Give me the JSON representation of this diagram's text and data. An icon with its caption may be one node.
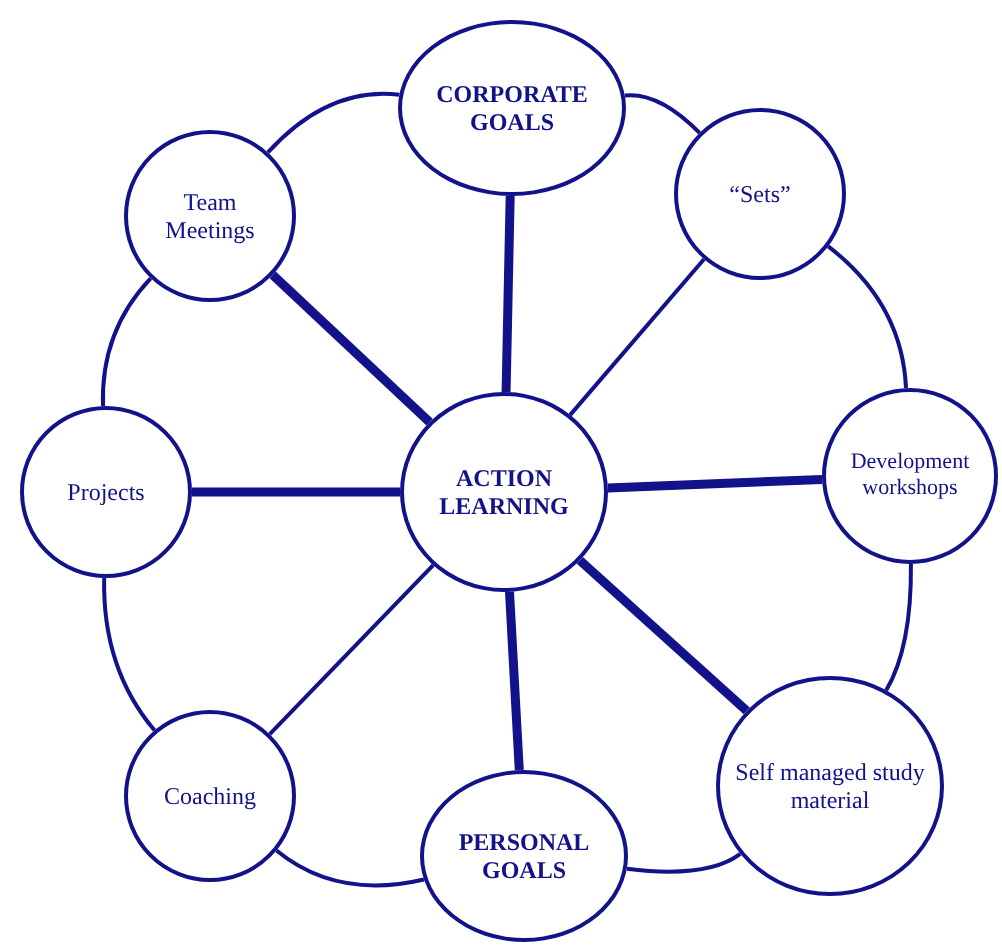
{
  "diagram": {
    "nodes": [
      {
        "text": [
          "ACTION LEARNING"
        ]
      },
      {
        "text": [
          "CORPORATE GOALS"
        ]
      },
      {
        "text": [
          "“Sets”"
        ]
      },
      {
        "text": [
          "Development workshops"
        ]
      },
      {
        "text": [
          "Self managed study material"
        ]
      },
      {
        "text": [
          "PERSONAL GOALS"
        ]
      },
      {
        "text": [
          "Coaching"
        ]
      },
      {
        "text": [
          "Projects"
        ]
      },
      {
        "text": [
          "Team Meetings"
        ]
      }
    ],
    "edges": [
      {
        "from": 0,
        "to": 1,
        "arrow": "none",
        "style": "thick"
      },
      {
        "from": 0,
        "to": 2,
        "arrow": "none"
      },
      {
        "from": 0,
        "to": 3,
        "arrow": "none",
        "style": "thick"
      },
      {
        "from": 0,
        "to": 4,
        "arrow": "none",
        "style": "thick"
      },
      {
        "from": 0,
        "to": 5,
        "arrow": "none",
        "style": "thick"
      },
      {
        "from": 0,
        "to": 6,
        "arrow": "none"
      },
      {
        "from": 0,
        "to": 7,
        "arrow": "none",
        "style": "thick"
      },
      {
        "from": 0,
        "to": 8,
        "arrow": "none",
        "style": "thick"
      },
      {
        "from": 1,
        "to": 2,
        "arrow": "none"
      },
      {
        "from": 2,
        "to": 3,
        "arrow": "none"
      },
      {
        "from": 3,
        "to": 4,
        "arrow": "none"
      },
      {
        "from": 4,
        "to": 5,
        "arrow": "none"
      },
      {
        "from": 5,
        "to": 6,
        "arrow": "none"
      },
      {
        "from": 6,
        "to": 7,
        "arrow": "none"
      },
      {
        "from": 7,
        "to": 8,
        "arrow": "none"
      },
      {
        "from": 8,
        "to": 1,
        "arrow": "none"
      }
    ]
  }
}
